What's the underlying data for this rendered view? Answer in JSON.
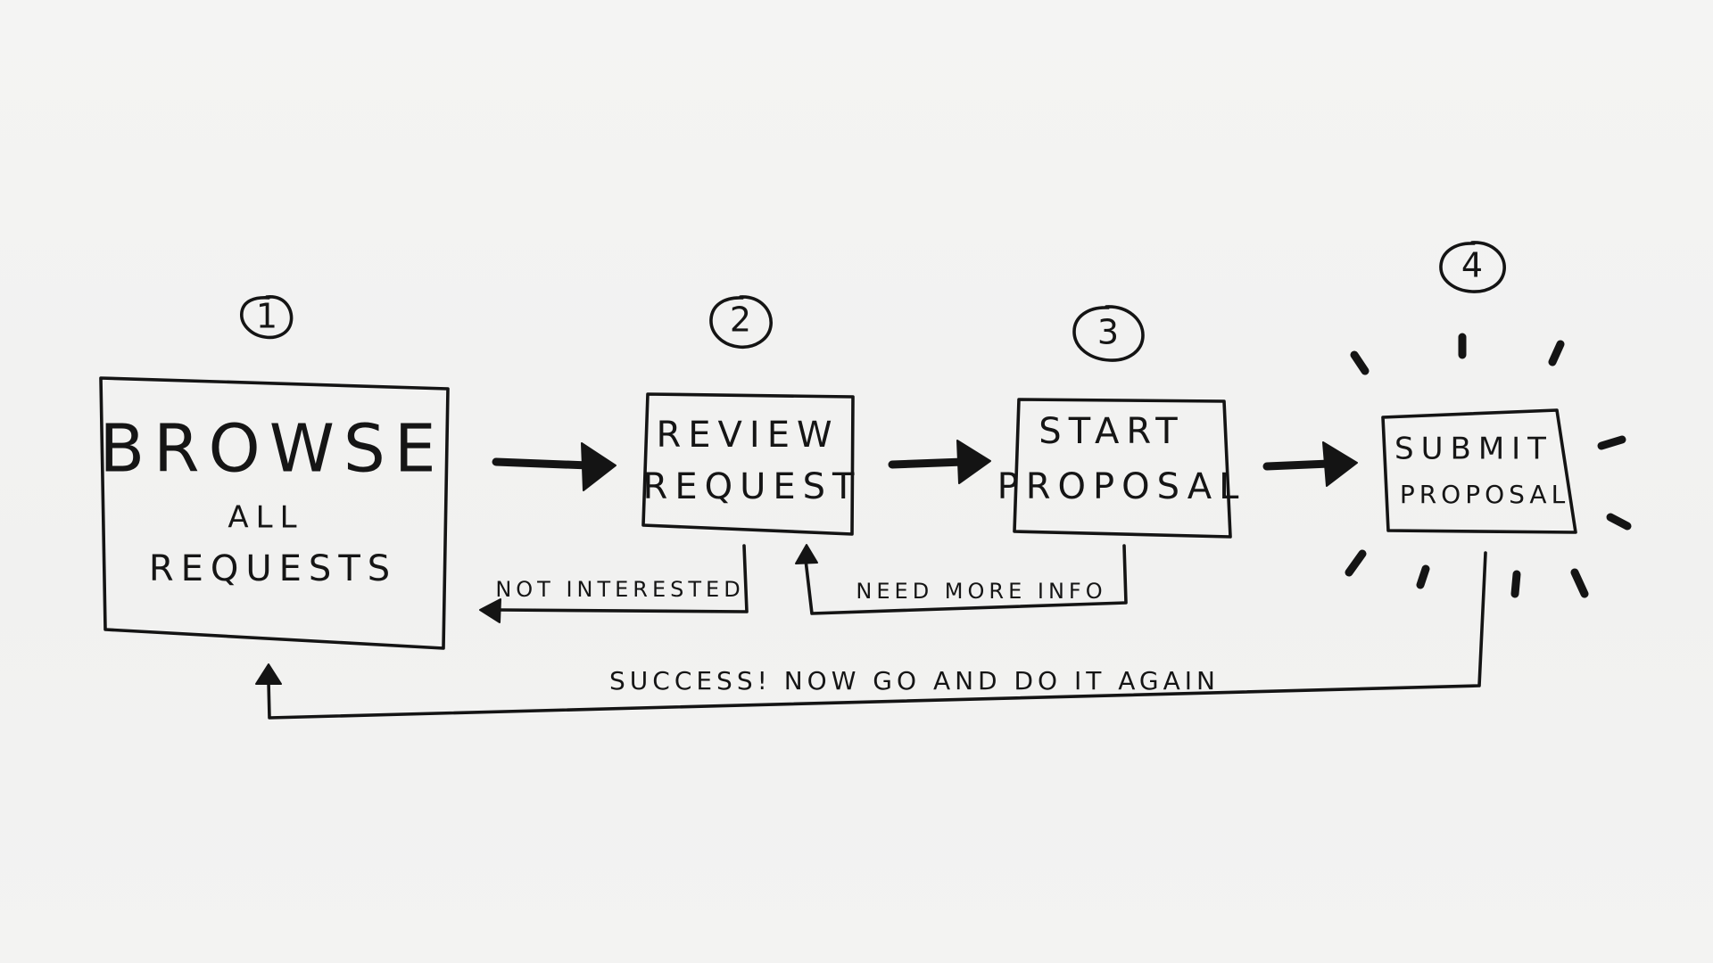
{
  "steps": [
    {
      "number": "1",
      "lines": [
        "BROWSE",
        "ALL",
        "REQUESTS"
      ]
    },
    {
      "number": "2",
      "lines": [
        "REVIEW",
        "REQUEST"
      ]
    },
    {
      "number": "3",
      "lines": [
        "START",
        "PROPOSAL"
      ]
    },
    {
      "number": "4",
      "lines": [
        "SUBMIT",
        "PROPOSAL"
      ]
    }
  ],
  "loops": {
    "not_interested": "NOT INTERESTED",
    "need_more_info": "NEED MORE INFO",
    "success": "SUCCESS!   NOW GO AND DO IT AGAIN"
  }
}
